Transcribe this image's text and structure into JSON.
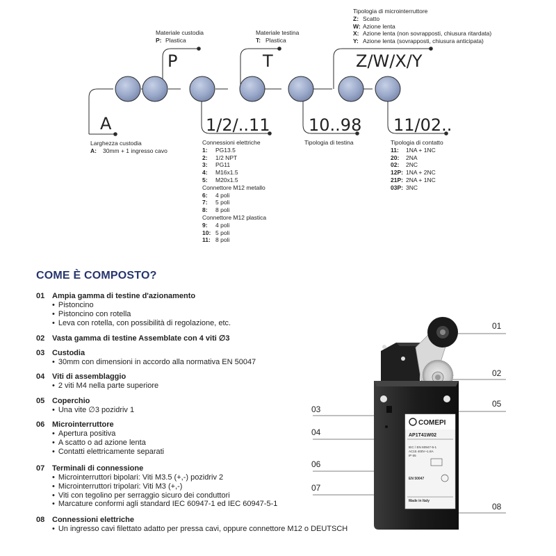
{
  "diagram": {
    "letters": {
      "a": "A",
      "p": "P",
      "t": "T",
      "zwxy": "Z/W/X/Y",
      "conn": "1/2/..11",
      "head": "10..98",
      "contact": "11/02.."
    },
    "materiale_custodia": {
      "title": "Materiale custodia",
      "lines": [
        {
          "key": "P:",
          "val": "Plastica"
        }
      ]
    },
    "materiale_testina": {
      "title": "Materiale testina",
      "lines": [
        {
          "key": "T:",
          "val": "Plastica"
        }
      ]
    },
    "microinterruttore": {
      "title": "Tipologia di microinterruttore",
      "lines": [
        {
          "key": "Z:",
          "val": "Scatto"
        },
        {
          "key": "W:",
          "val": "Azione lenta"
        },
        {
          "key": "X:",
          "val": "Azione lenta (non sovrapposti, chiusura ritardata)"
        },
        {
          "key": "Y:",
          "val": "Azione lenta (sovrapposti, chiusura anticipata)"
        }
      ]
    },
    "larghezza": {
      "title": "Larghezza custodia",
      "lines": [
        {
          "key": "A:",
          "val": "30mm + 1 ingresso cavo"
        }
      ]
    },
    "connessioni": {
      "title": "Connessioni elettriche",
      "lines": [
        {
          "key": "1:",
          "val": "PG13.5"
        },
        {
          "key": "2:",
          "val": "1/2 NPT"
        },
        {
          "key": "3:",
          "val": "PG11"
        },
        {
          "key": "4:",
          "val": "M16x1.5"
        },
        {
          "key": "5:",
          "val": "M20x1.5"
        }
      ],
      "sub1_title": "Connettore M12 metallo",
      "sub1_lines": [
        {
          "key": "6:",
          "val": "4 poli"
        },
        {
          "key": "7:",
          "val": "5 poli"
        },
        {
          "key": "8:",
          "val": "8 poli"
        }
      ],
      "sub2_title": "Connettore M12 plastica",
      "sub2_lines": [
        {
          "key": "9:",
          "val": "4 poli"
        },
        {
          "key": "10:",
          "val": "5 poli"
        },
        {
          "key": "11:",
          "val": "8 poli"
        }
      ]
    },
    "testina": {
      "title": "Tipologia di testina"
    },
    "contatto": {
      "title": "Tipologia di contatto",
      "lines": [
        {
          "key": "11:",
          "val": "1NA + 1NC"
        },
        {
          "key": "20:",
          "val": "2NA"
        },
        {
          "key": "02:",
          "val": "2NC"
        },
        {
          "key": "12P:",
          "val": "1NA + 2NC"
        },
        {
          "key": "21P:",
          "val": "2NA + 1NC"
        },
        {
          "key": "03P:",
          "val": "3NC"
        }
      ]
    }
  },
  "section_title": "COME È COMPOSTO?",
  "items": [
    {
      "num": "01",
      "title": "Ampia gamma di testine d'azionamento",
      "bullets": [
        "Pistoncino",
        "Pistoncino con rotella",
        "Leva con rotella, con possibilità di regolazione, etc."
      ]
    },
    {
      "num": "02",
      "title": "Vasta gamma di testine Assemblate con 4 viti ∅3",
      "bullets": []
    },
    {
      "num": "03",
      "title": "Custodia",
      "bullets": [
        "30mm con dimensioni in accordo alla normativa EN 50047"
      ]
    },
    {
      "num": "04",
      "title": "Viti di assemblaggio",
      "bullets": [
        "2 viti M4 nella parte superiore"
      ]
    },
    {
      "num": "05",
      "title": "Coperchio",
      "bullets": [
        "Una vite ∅3 pozidriv 1"
      ]
    },
    {
      "num": "06",
      "title": "Microinterruttore",
      "bullets": [
        "Apertura positiva",
        "A scatto o ad azione lenta",
        "Contatti elettricamente separati"
      ]
    },
    {
      "num": "07",
      "title": "Terminali di connessione",
      "bullets": [
        "Microinterruttori bipolari: Viti M3.5 (+,-) pozidriv 2",
        "Microinterruttori tripolari: Viti M3 (+,-)",
        "Viti con tegolino per serraggio sicuro dei conduttori",
        "Marcature conformi agli standard IEC 60947-1 ed IEC 60947-5-1"
      ]
    },
    {
      "num": "08",
      "title": "Connessioni elettriche",
      "bullets": [
        "Un ingresso cavi filettato adatto per pressa cavi, oppure connettore M12 o DEUTSCH"
      ]
    }
  ],
  "callouts": [
    "01",
    "02",
    "03",
    "04",
    "05",
    "06",
    "07",
    "08"
  ],
  "product": {
    "brand": "COMEPI",
    "model": "AP1T41W02",
    "label_lines": [
      "IEC / EN 60947-5-1",
      "AC15 400V~1.8A",
      "IP 65",
      "EN 50047",
      "Made in Italy"
    ]
  }
}
